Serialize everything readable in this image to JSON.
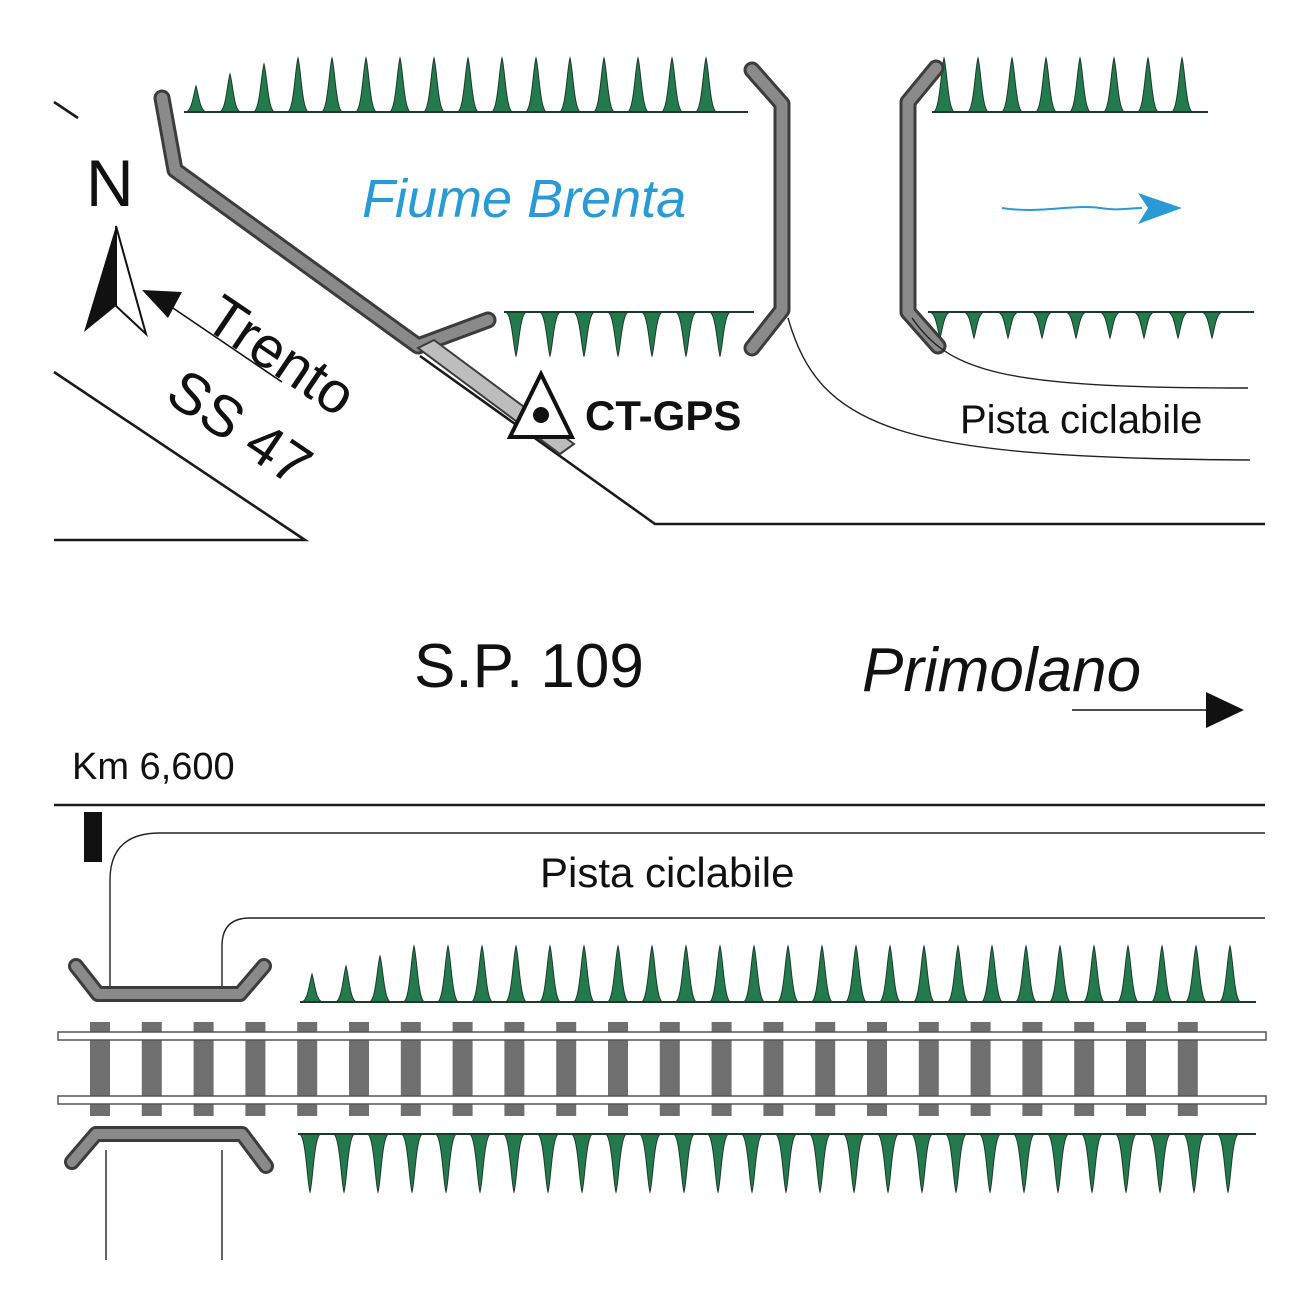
{
  "labels": {
    "north": "N",
    "river": "Fiume Brenta",
    "trento": "Trento",
    "ss47": "SS 47",
    "station": "CT-GPS",
    "bike_path_top": "Pista ciclabile",
    "road": "S.P. 109",
    "destination": "Primolano",
    "km_marker": "Km 6,600",
    "bike_path_bottom": "Pista ciclabile"
  },
  "colors": {
    "tree": "#237a4c",
    "water": "#2a9ad5",
    "embankment": "#7a7a7a",
    "rail_tie": "#6f6f6f",
    "line": "#1a1a1a",
    "background": "#ffffff"
  },
  "icons": {
    "north_arrow": "north-arrow-icon",
    "station": "triangle-station-icon"
  }
}
